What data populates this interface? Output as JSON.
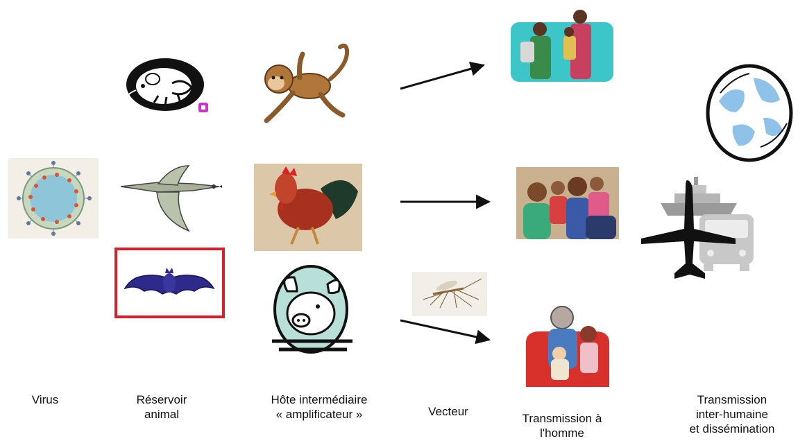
{
  "columns": [
    {
      "id": "virus",
      "lines": [
        "Virus"
      ]
    },
    {
      "id": "reservoir",
      "lines": [
        "Réservoir",
        "animal"
      ]
    },
    {
      "id": "intermediate",
      "lines": [
        "Hôte intermédiaire",
        "« amplificateur »"
      ]
    },
    {
      "id": "vector",
      "lines": [
        "Vecteur"
      ]
    },
    {
      "id": "human",
      "lines": [
        "Transmission à",
        "l'homme"
      ]
    },
    {
      "id": "spread",
      "lines": [
        "Transmission",
        "inter-humaine",
        "et dissémination"
      ]
    }
  ],
  "illustrations": {
    "virus": "virus-particle",
    "reservoir": [
      "rodent",
      "wild-bird",
      "bat"
    ],
    "intermediate": [
      "monkey",
      "rooster",
      "pig"
    ],
    "vector": "mosquito",
    "human": [
      "mothers-with-children",
      "family-group",
      "grandfather-with-children"
    ],
    "spread": [
      "globe",
      "ship",
      "airplane",
      "bus"
    ]
  },
  "highlight": {
    "target": "bat",
    "color": "#d7202a"
  }
}
